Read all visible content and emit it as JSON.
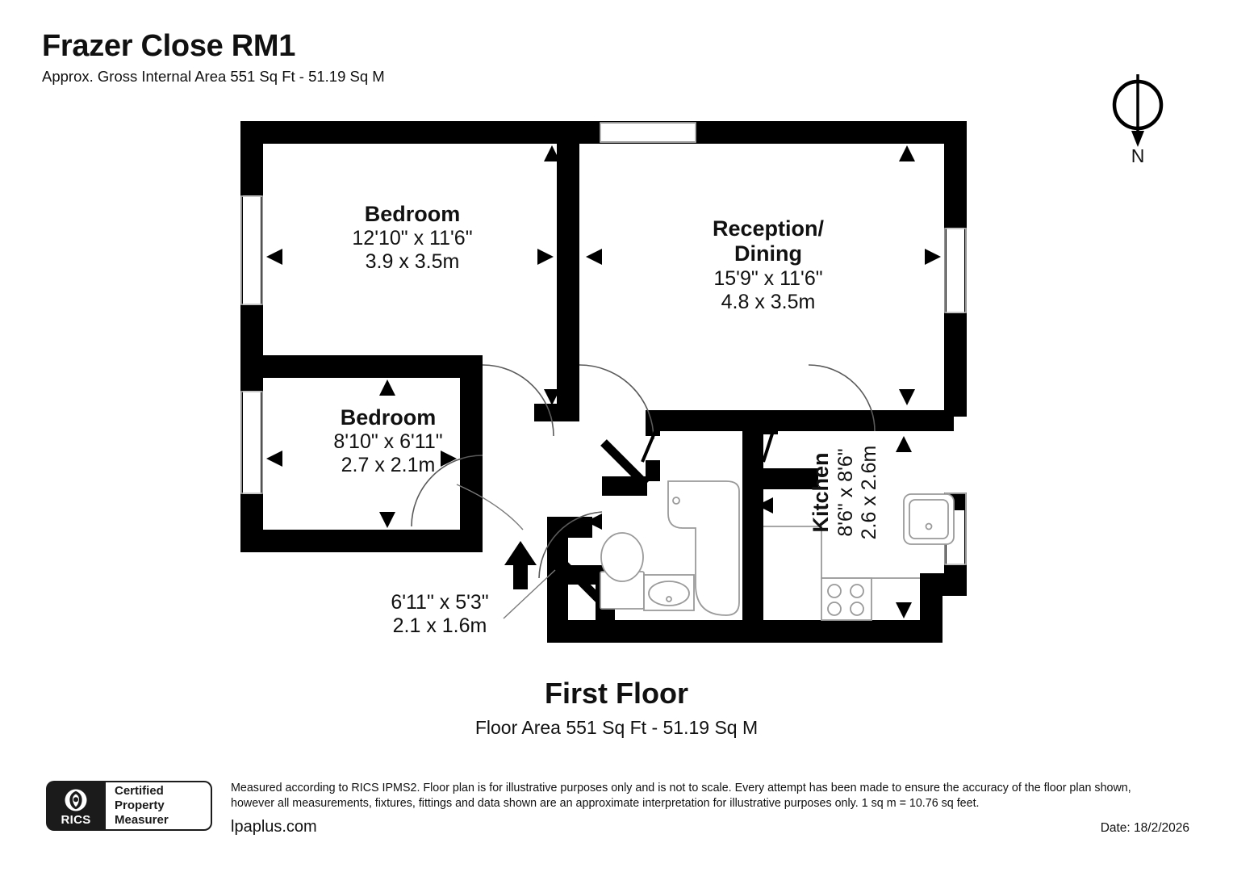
{
  "header": {
    "title": "Frazer Close RM1",
    "subtitle": "Approx. Gross Internal Area 551 Sq Ft - 51.19 Sq M"
  },
  "compass": {
    "label": "N",
    "icon": "compass-north-icon"
  },
  "rooms": [
    {
      "id": "bedroom1",
      "name": "Bedroom",
      "dim_imperial": "12'10\" x 11'6\"",
      "dim_metric": "3.9 x 3.5m"
    },
    {
      "id": "reception",
      "name": "Reception/\nDining",
      "dim_imperial": "15'9\" x 11'6\"",
      "dim_metric": "4.8 x 3.5m"
    },
    {
      "id": "bedroom2",
      "name": "Bedroom",
      "dim_imperial": "8'10\" x 6'11\"",
      "dim_metric": "2.7 x 2.1m"
    },
    {
      "id": "kitchen",
      "name": "Kitchen",
      "dim_imperial": "8'6\" x 8'6\"",
      "dim_metric": "2.6 x 2.6m"
    },
    {
      "id": "bathroom",
      "name": "",
      "dim_imperial": "6'11\" x 5'3\"",
      "dim_metric": "2.1 x 1.6m"
    }
  ],
  "floor": {
    "name": "First Floor",
    "area": "Floor Area 551 Sq Ft - 51.19 Sq M"
  },
  "footer": {
    "badge": {
      "brand": "RICS",
      "line1": "Certified",
      "line2": "Property",
      "line3": "Measurer"
    },
    "disclaimer_line1": "Measured according to RICS IPMS2. Floor plan is for illustrative purposes only and is not to scale. Every attempt has been made to ensure the accuracy of the floor plan shown,",
    "disclaimer_line2": "however all measurements, fixtures, fittings and data shown are an approximate interpretation for illustrative purposes only. 1 sq m = 10.76 sq feet.",
    "website": "lpaplus.com",
    "date": "Date: 18/2/2026"
  },
  "colors": {
    "wall": "#000000",
    "background": "#ffffff",
    "fixture_stroke": "#8a8a8a",
    "text": "#111111"
  }
}
